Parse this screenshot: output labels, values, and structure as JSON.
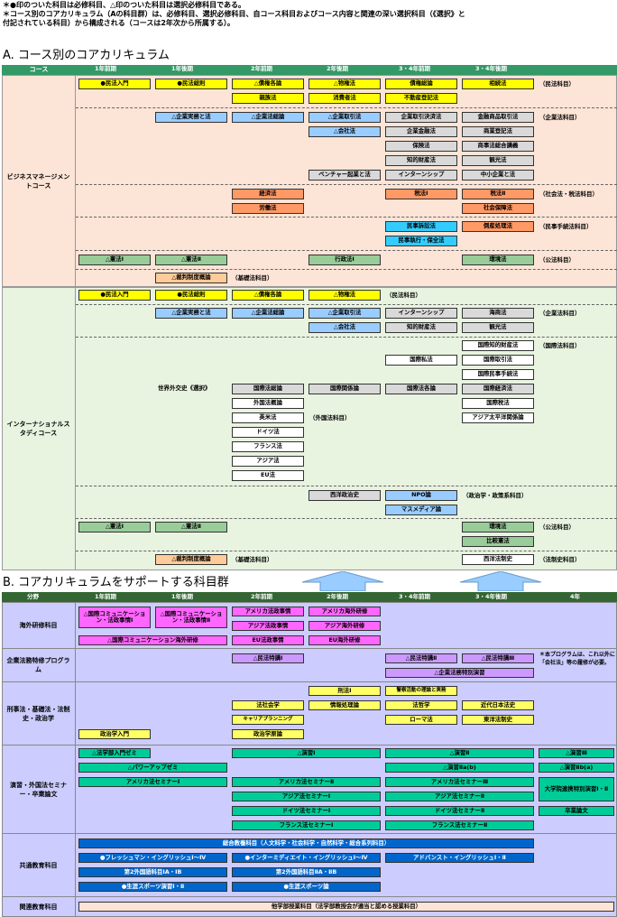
{
  "notes": [
    "＊●印のついた科目は必修科目、△印のついた科目は選択必修科目である。",
    "＊コース別のコアカリキュラム（Aの科目群）は、必修科目、選択必修科目、自コース科目およびコース内容と関連の深い選択科目（《選択》と",
    "付記されている科目）から構成される（コースは2年次から所属する）。"
  ],
  "sectionA": {
    "title": "A. コース別のコアカリキュラム",
    "header": [
      "コース",
      "1年前期",
      "1年後期",
      "2年前期",
      "2年後期",
      "3・4年前期",
      "3・4年後期"
    ],
    "business": {
      "label": "ビジネスマネージメントコース",
      "cells": [
        "●民法入門",
        "●民法総則",
        "△債権各論",
        "△物権法",
        "債権総論",
        "相続法",
        "親族法",
        "消費者法",
        "不動産登記法",
        "△企業実務と法",
        "△企業法総論",
        "△企業取引法",
        "企業取引決済法",
        "金融商品取引法",
        "△会社法",
        "企業金融法",
        "商業登記法",
        "保険法",
        "商事法総合講義",
        "知的財産法",
        "観光法",
        "ベンチャー起業と法",
        "インターンシップ",
        "中小企業と法",
        "経済法",
        "税法Ⅰ",
        "税法Ⅱ",
        "労働法",
        "社会保障法",
        "民事訴訟法",
        "倒産処理法",
        "民事執行・保全法",
        "△憲法Ⅰ",
        "△憲法Ⅱ",
        "行政法Ⅰ",
        "環境法",
        "△裁判制度概論"
      ],
      "tags": [
        "（民法科目）",
        "（企業法科目）",
        "（社会法・税法科目）",
        "（民事手続法科目）",
        "（公法科目）",
        "（基礎法科目）"
      ]
    },
    "international": {
      "label": "インターナショナルスタディコース",
      "cells": [
        "●民法入門",
        "●民法総則",
        "△債権各論",
        "△物権法",
        "△企業実務と法",
        "△企業法総論",
        "△企業取引法",
        "インターンシップ",
        "海商法",
        "△会社法",
        "知的財産法",
        "観光法",
        "国際知的財産法",
        "国際私法",
        "国際取引法",
        "国際民事手続法",
        "世界外交史《選択》",
        "国際法総論",
        "国際関係論",
        "国際法各論",
        "国際経済法",
        "外国法概論",
        "国際税法",
        "英米法",
        "アジア太平洋関係論",
        "ドイツ法",
        "フランス法",
        "アジア法",
        "EU法",
        "西洋政治史",
        "NPO論",
        "マスメディア論",
        "△憲法Ⅰ",
        "△憲法Ⅱ",
        "環境法",
        "比較憲法",
        "△裁判制度概論",
        "西洋法制史"
      ],
      "tags": [
        "（民法科目）",
        "（企業法科目）",
        "（国際法科目）",
        "（外国法科目）",
        "（政治学・政策系科目）",
        "（公法科目）",
        "（基礎法科目）",
        "（法制史科目）"
      ]
    }
  },
  "sectionB": {
    "title": "B. コアカリキュラムをサポートする科目群",
    "header": [
      "分野",
      "1年前期",
      "1年後期",
      "2年前期",
      "2年後期",
      "3・4年前期",
      "3・4年後期",
      "4年"
    ],
    "rows": {
      "abroad": {
        "label": "海外研修科目",
        "cells": [
          "△国際コミュニケーション・法政事情Ⅰ",
          "△国際コミュニケーション・法政事情Ⅱ",
          "アメリカ法政事情",
          "アメリカ海外研修",
          "アジア法政事情",
          "アジア海外研修",
          "△国際コミュニケーション海外研修",
          "EU法政事情",
          "EU海外研修"
        ]
      },
      "corp": {
        "label": "企業法務特修プログラム",
        "cells": [
          "△民法特講Ⅰ",
          "△民法特講Ⅱ",
          "△民法特講Ⅲ",
          "△企業法務特別演習"
        ],
        "footnote": "＊本プログラムは、これ以外に「会社法」等の履修が必要。"
      },
      "criminal": {
        "label": "刑事法・基礎法・法制史・政治学",
        "cells": [
          "刑法Ⅰ",
          "警察活動の理論と実務",
          "法社会学",
          "情報処理論",
          "法哲学",
          "近代日本法史",
          "キャリアプランニング",
          "ローマ法",
          "東洋法制史",
          "政治学入門",
          "政治学原論"
        ]
      },
      "seminar": {
        "label": "演習・外国法セミナー・卒業論文",
        "cells": [
          "△法学部入門ゼミ",
          "△演習Ⅰ",
          "△演習Ⅱ",
          "△演習Ⅲ",
          "△パワーアップゼミ",
          "△演習Ⅱa(b)",
          "△演習Ⅱb(a)",
          "アメリカ法セミナーⅠ",
          "アメリカ法セミナーⅡ",
          "アメリカ法セミナーⅢ",
          "大学院連携特別演習Ⅰ・Ⅱ",
          "アジア法セミナーⅠ",
          "アジア法セミナーⅡ",
          "ドイツ法セミナーⅠ",
          "ドイツ法セミナーⅡ",
          "卒業論文",
          "フランス法セミナーⅠ",
          "フランス法セミナーⅡ"
        ]
      },
      "common": {
        "label": "共通教育科目",
        "cells": [
          "総合教養科目（人文科学・社会科学・自然科学・総合系列科目）",
          "●フレッシュマン・イングリッシュⅠ～Ⅳ",
          "●インターミディエイト・イングリッシュⅠ～Ⅳ",
          "アドバンスト・イングリッシュⅠ・Ⅱ",
          "第2外国語科目ⅠA・ⅠB",
          "第2外国語科目ⅡA・ⅡB",
          "●生涯スポーツ演習Ⅰ・Ⅱ",
          "●生涯スポーツ論"
        ]
      },
      "related": {
        "label": "関連教育科目",
        "cells": [
          "他学部授業科目（法学部教授会が適当と認める授業科目）"
        ]
      }
    }
  }
}
